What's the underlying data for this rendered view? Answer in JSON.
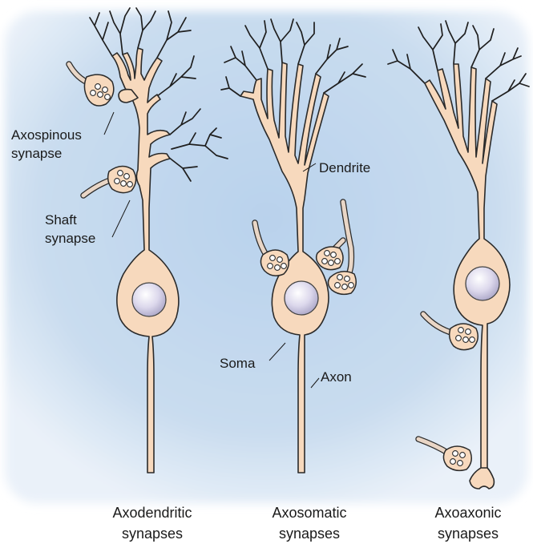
{
  "labels": {
    "axospinous_line1": "Axospinous",
    "axospinous_line2": "synapse",
    "shaft_line1": "Shaft",
    "shaft_line2": "synapse",
    "dendrite": "Dendrite",
    "soma": "Soma",
    "axon": "Axon"
  },
  "captions": {
    "axodendritic_line1": "Axodendritic",
    "axodendritic_line2": "synapses",
    "axosomatic_line1": "Axosomatic",
    "axosomatic_line2": "synapses",
    "axoaxonic_line1": "Axoaxonic",
    "axoaxonic_line2": "synapses"
  },
  "colors": {
    "background_panel": "#c7dcef",
    "neuron_fill": "#f7d9bd",
    "outline": "#2a2a2a",
    "nucleus": "#d9d4ea"
  }
}
